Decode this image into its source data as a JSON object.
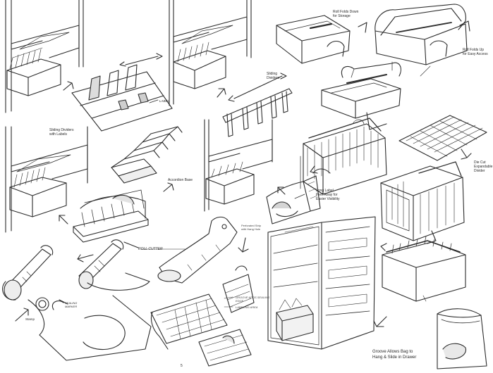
{
  "sheet": {
    "page_number": "5",
    "ink_color": "#2b2b2b",
    "paper_color": "#ffffff",
    "shade_color": "#9a9a9a"
  },
  "labels": {
    "roll_folds_down": "Roll Folds Down\nfor Storage",
    "roll_folds_up": "Roll Folds Up\nfor Easy Access",
    "sliding_dividers": "Sliding\nDividers",
    "sliding_dividers_labels": "Sliding Dividers\nwith Labels",
    "label_tag": "LABEL",
    "accordion_base": "Accordion Base",
    "die_cut_divider": "Die Cut\nExpandable\nDivider",
    "long_label": "Long Label\nPeel Away for\nEasier Visibility",
    "roll_cutter": "ROLL CUTTER",
    "sealing_marker": "SEALING\nMARKER",
    "stamp": "Stamp",
    "perforated_strip": "Perforated Strip\nwith Hang Hole",
    "bag_note_a": "GROOVE ADDS SEALING EDGE",
    "bag_note_b": "LABELING AREA",
    "groove_allows": "Groove Allows Bag to\nHang & Slide in Drawer"
  }
}
